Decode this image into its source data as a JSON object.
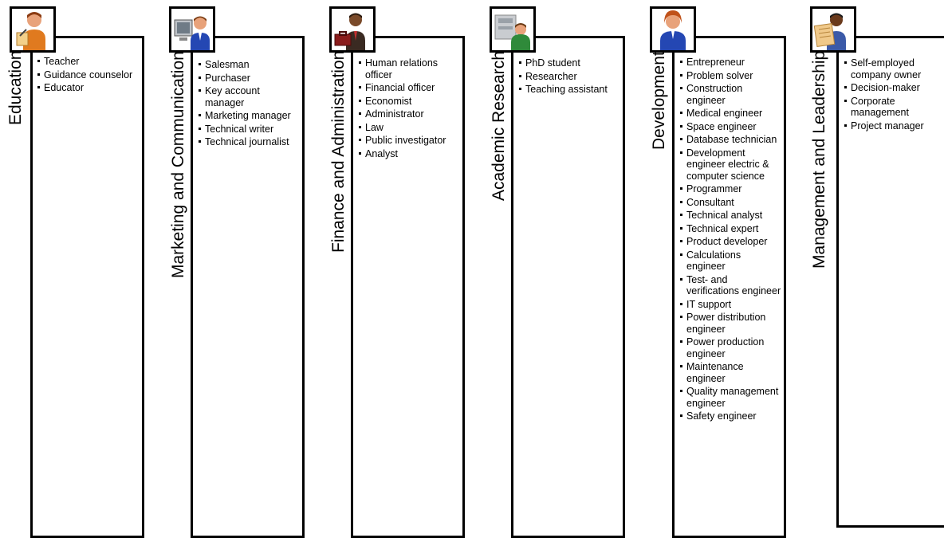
{
  "categories": [
    {
      "label": "Education",
      "icon": "teacher-icon",
      "items": [
        "Teacher",
        "Guidance counselor",
        "Educator"
      ]
    },
    {
      "label": "Marketing and Communication",
      "icon": "computer-user-icon",
      "items": [
        "Salesman",
        "Purchaser",
        "Key account manager",
        "Marketing manager",
        "Technical writer",
        "Technical journalist"
      ]
    },
    {
      "label": "Finance and Administration",
      "icon": "businessman-briefcase-icon",
      "items": [
        "Human relations officer",
        "Financial officer",
        "Economist",
        "Administrator",
        "Law",
        "Public investigator",
        "Analyst"
      ]
    },
    {
      "label": "Academic Research",
      "icon": "researcher-icon",
      "items": [
        "PhD student",
        "Researcher",
        "Teaching assistant"
      ]
    },
    {
      "label": "Development",
      "icon": "developer-icon",
      "items": [
        "Entrepreneur",
        "Problem solver",
        "Construction engineer",
        "Medical engineer",
        "Space engineer",
        "Database technician",
        "Development engineer electric & computer science",
        "Programmer",
        "Consultant",
        "Technical analyst",
        "Technical expert",
        "Product developer",
        "Calculations engineer",
        "Test- and verifications engineer",
        "IT support",
        "Power distribution engineer",
        "Power production engineer",
        "Maintenance engineer",
        "Quality management engineer",
        "Safety engineer"
      ]
    },
    {
      "label": "Management and Leadership",
      "icon": "reader-newspaper-icon",
      "items": [
        "Self-employed company owner",
        "Decision-maker",
        "Corporate management",
        "Project manager"
      ]
    }
  ]
}
